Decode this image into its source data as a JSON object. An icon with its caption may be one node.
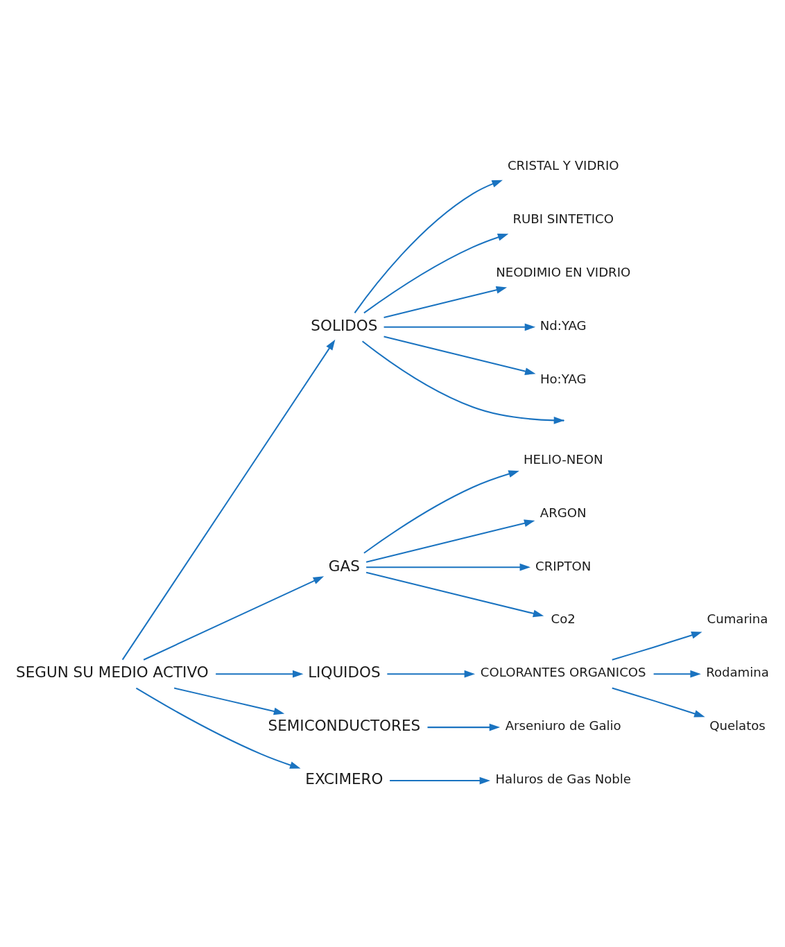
{
  "diagram": {
    "nodes": [
      {
        "text": [
          "SEGUN SU MEDIO ACTIVO"
        ]
      },
      {
        "text": [
          "SOLIDOS"
        ]
      },
      {
        "text": [
          "CRISTAL Y VIDRIO"
        ]
      },
      {
        "text": [
          "RUBI SINTETICO"
        ]
      },
      {
        "text": [
          "NEODIMIO EN VIDRIO"
        ]
      },
      {
        "text": [
          "Nd:YAG"
        ]
      },
      {
        "text": [
          "Ho:YAG"
        ]
      },
      {
        "text": [
          "GAS"
        ]
      },
      {
        "text": [
          "HELIO-NEON"
        ]
      },
      {
        "text": [
          "ARGON"
        ]
      },
      {
        "text": [
          "CRIPTON"
        ]
      },
      {
        "text": [
          "Co2"
        ]
      },
      {
        "text": [
          "LIQUIDOS"
        ]
      },
      {
        "text": [
          "COLORANTES ORGANICOS"
        ]
      },
      {
        "text": [
          "Cumarina"
        ]
      },
      {
        "text": [
          "Rodamina"
        ]
      },
      {
        "text": [
          "Quelatos"
        ]
      },
      {
        "text": [
          "SEMICONDUCTORES"
        ]
      },
      {
        "text": [
          "Arseniuro de Galio"
        ]
      },
      {
        "text": [
          "EXCIMERO"
        ]
      },
      {
        "text": [
          "Haluros de Gas Noble"
        ]
      }
    ],
    "edges": [
      {
        "from": 0,
        "to": 1,
        "arrow": "to"
      },
      {
        "from": 0,
        "to": 7,
        "arrow": "to"
      },
      {
        "from": 0,
        "to": 12,
        "arrow": "to"
      },
      {
        "from": 0,
        "to": 17,
        "arrow": "to"
      },
      {
        "from": 0,
        "to": 19,
        "arrow": "to"
      },
      {
        "from": 1,
        "to": 2,
        "arrow": "to"
      },
      {
        "from": 1,
        "to": 3,
        "arrow": "to"
      },
      {
        "from": 1,
        "to": 4,
        "arrow": "to"
      },
      {
        "from": 1,
        "to": 5,
        "arrow": "to"
      },
      {
        "from": 1,
        "to": 6,
        "arrow": "to"
      },
      {
        "from": 1,
        "to": null,
        "arrow": "to"
      },
      {
        "from": 7,
        "to": 8,
        "arrow": "to"
      },
      {
        "from": 7,
        "to": 9,
        "arrow": "to"
      },
      {
        "from": 7,
        "to": 10,
        "arrow": "to"
      },
      {
        "from": 7,
        "to": 11,
        "arrow": "to"
      },
      {
        "from": 12,
        "to": 13,
        "arrow": "to"
      },
      {
        "from": 13,
        "to": 14,
        "arrow": "to"
      },
      {
        "from": 13,
        "to": 15,
        "arrow": "to"
      },
      {
        "from": 13,
        "to": 16,
        "arrow": "to"
      },
      {
        "from": 17,
        "to": 18,
        "arrow": "to"
      },
      {
        "from": 19,
        "to": 20,
        "arrow": "to"
      }
    ]
  }
}
